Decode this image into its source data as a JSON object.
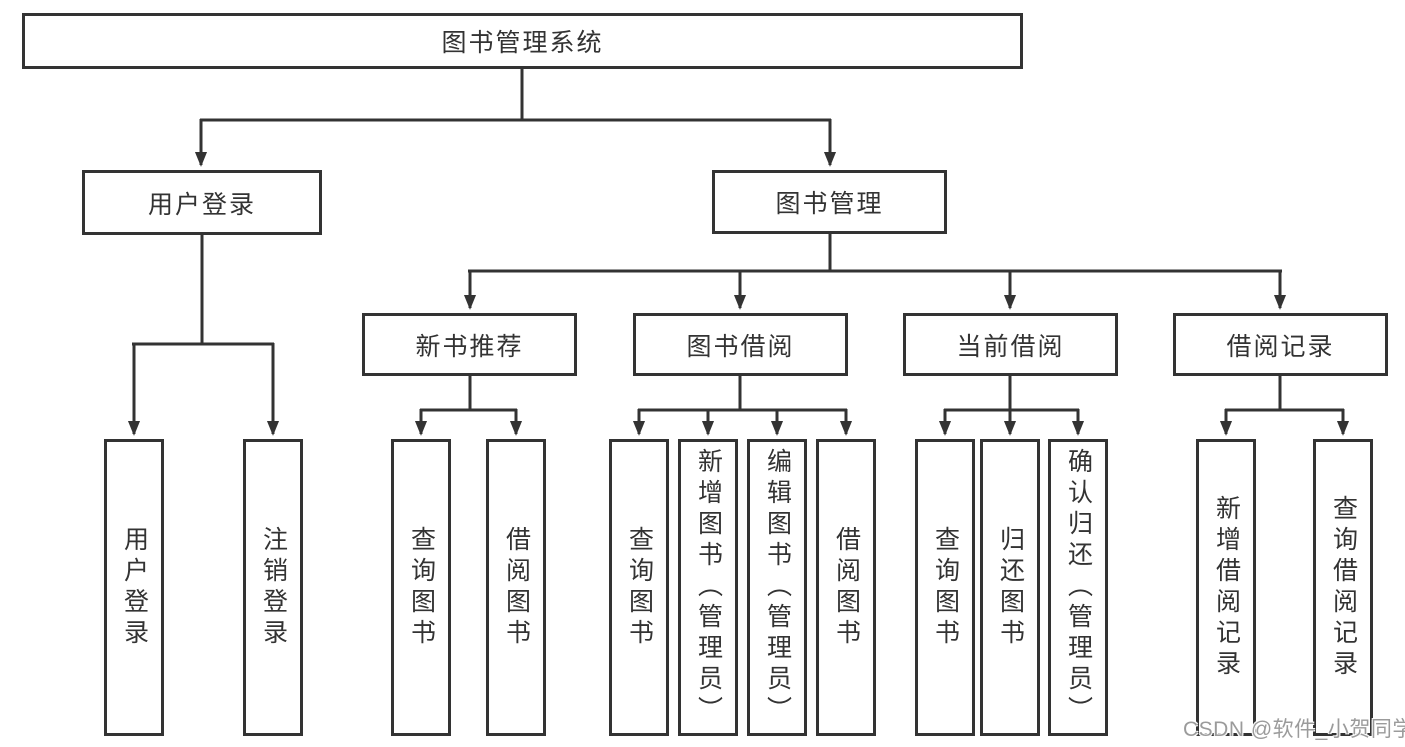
{
  "diagram": {
    "title": "图书管理系统",
    "type": "functional-structure-tree",
    "colors": {
      "line": "#333333",
      "box_border": "#333333",
      "box_fill": "#ffffff",
      "text": "#333333",
      "watermark": "#9b9b9b",
      "background": "#ffffff"
    }
  },
  "nodes": {
    "root": {
      "label": "图书管理系统"
    },
    "user_login": {
      "label": "用户登录"
    },
    "book_mgmt": {
      "label": "图书管理"
    },
    "login": {
      "label": "用户登录"
    },
    "logout": {
      "label": "注销登录"
    },
    "new_books": {
      "label": "新书推荐"
    },
    "nb_query": {
      "label": "查询图书"
    },
    "nb_borrow": {
      "label": "借阅图书"
    },
    "borrow": {
      "label": "图书借阅"
    },
    "b_query": {
      "label": "查询图书"
    },
    "b_add": {
      "label": "新增图书（管理员）"
    },
    "b_edit": {
      "label": "编辑图书（管理员）"
    },
    "b_borrow": {
      "label": "借阅图书"
    },
    "current": {
      "label": "当前借阅"
    },
    "c_query": {
      "label": "查询图书"
    },
    "c_return": {
      "label": "归还图书"
    },
    "c_confirm": {
      "label": "确认归还（管理员）"
    },
    "records": {
      "label": "借阅记录"
    },
    "r_add": {
      "label": "新增借阅记录"
    },
    "r_query": {
      "label": "查询借阅记录"
    }
  },
  "hierarchy": {
    "图书管理系统": {
      "用户登录": [
        "用户登录",
        "注销登录"
      ],
      "图书管理": {
        "新书推荐": [
          "查询图书",
          "借阅图书"
        ],
        "图书借阅": [
          "查询图书",
          "新增图书（管理员）",
          "编辑图书（管理员）",
          "借阅图书"
        ],
        "当前借阅": [
          "查询图书",
          "归还图书",
          "确认归还（管理员）"
        ],
        "借阅记录": [
          "新增借阅记录",
          "查询借阅记录"
        ]
      }
    }
  },
  "watermark": {
    "text": "CSDN @软件_小贺同学"
  }
}
